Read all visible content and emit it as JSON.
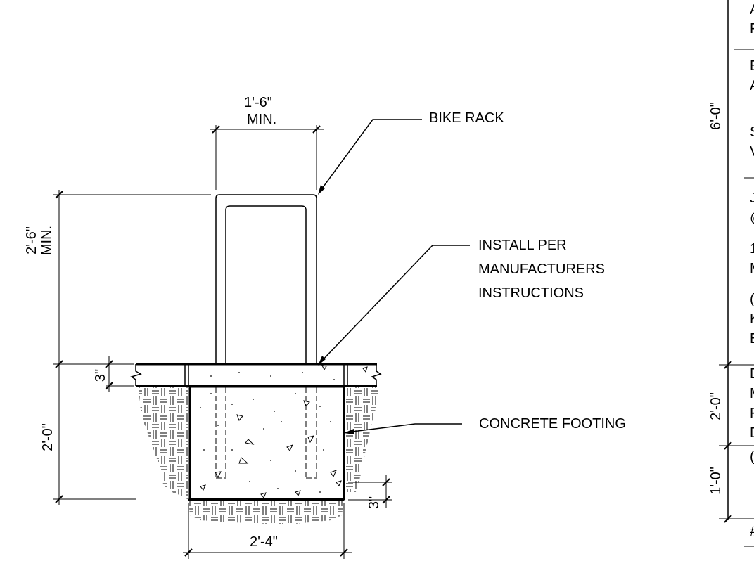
{
  "callouts": {
    "bike_rack": "BIKE RACK",
    "install": [
      "INSTALL PER",
      "MANUFACTURERS",
      "INSTRUCTIONS"
    ],
    "footing": "CONCRETE FOOTING"
  },
  "dimensions": {
    "rack_width": "1'-6\"",
    "rack_width_note": "MIN.",
    "rack_height": "2'-6\"",
    "rack_height_note": "MIN.",
    "slab": "3\"",
    "footing_depth": "2'-0\"",
    "footing_bottom": "3\"",
    "footing_width": "2'-4\""
  },
  "adjacent_detail": {
    "dims": [
      "6'-0\"",
      "2'-0\"",
      "1'-0\""
    ],
    "cropped_text": [
      "A",
      "F",
      "E",
      "A",
      "S",
      "V",
      "J",
      "@",
      "1",
      "M",
      "(",
      "K",
      "E",
      "D",
      "M",
      "F",
      "D",
      "(",
      "#"
    ]
  }
}
